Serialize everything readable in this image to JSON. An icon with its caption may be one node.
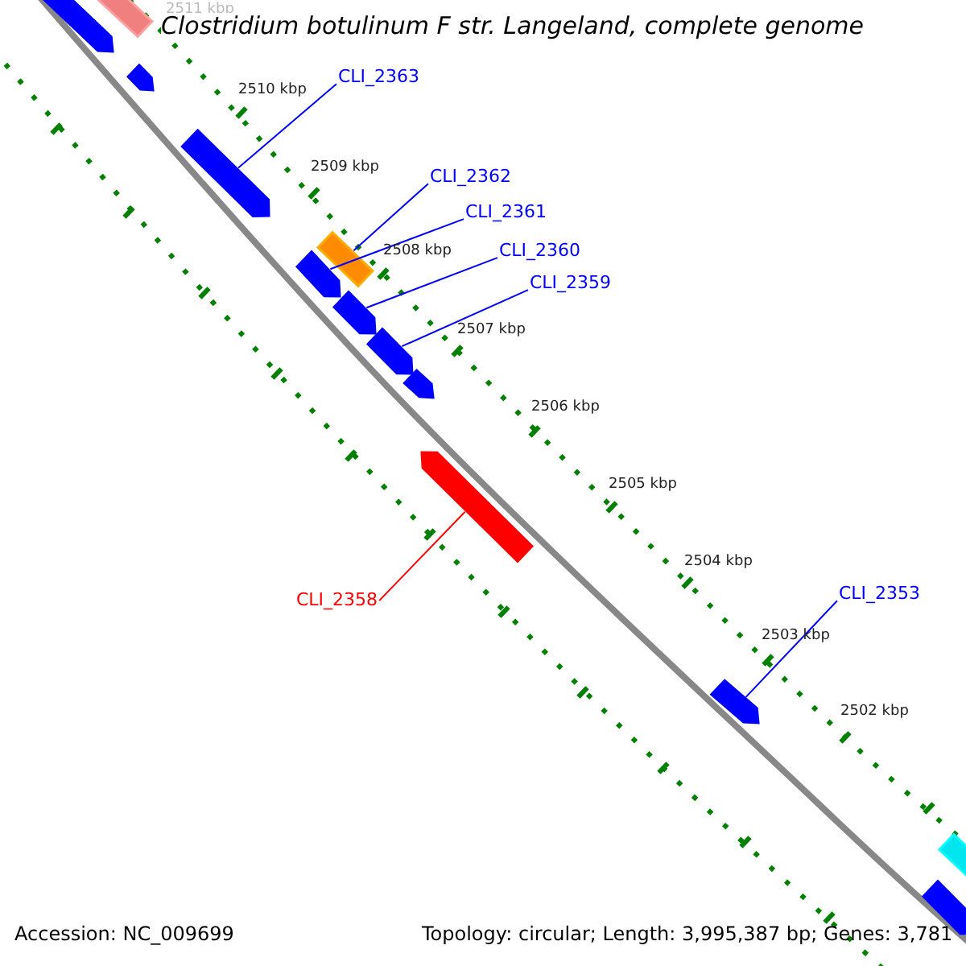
{
  "diagram": {
    "title": "Clostridium botulinum F str. Langeland, complete genome",
    "nodes": [
      {
        "text": [
          "CLI_2363"
        ]
      },
      {
        "text": [
          "CLI_2362"
        ]
      },
      {
        "text": [
          "CLI_2361"
        ]
      },
      {
        "text": [
          "CLI_2360"
        ]
      },
      {
        "text": [
          "CLI_2359"
        ]
      },
      {
        "text": [
          "CLI_2358"
        ]
      },
      {
        "text": [
          "CLI_2353"
        ]
      },
      {
        "text": [],
        "shape": "bar"
      },
      {
        "text": [],
        "shape": "pentagon"
      },
      {
        "text": [],
        "shape": "pentagon"
      },
      {
        "text": [],
        "shape": "pentagon"
      },
      {
        "text": [],
        "shape": "bar"
      },
      {
        "text": [],
        "shape": "pentagon"
      },
      {
        "text": [],
        "shape": "pentagon"
      },
      {
        "text": [],
        "shape": "pentagon"
      },
      {
        "text": [],
        "shape": "pentagon"
      },
      {
        "text": [],
        "shape": "pentagon"
      },
      {
        "text": [],
        "shape": "pentagon"
      },
      {
        "text": [],
        "shape": "bar"
      },
      {
        "text": [],
        "shape": "pentagon"
      }
    ],
    "edges": [
      {
        "from": 0,
        "to": 10,
        "arrow": "none"
      },
      {
        "from": 1,
        "to": 11,
        "arrow": "none"
      },
      {
        "from": 2,
        "to": 12,
        "arrow": "none"
      },
      {
        "from": 3,
        "to": 13,
        "arrow": "none"
      },
      {
        "from": 4,
        "to": 14,
        "arrow": "none"
      },
      {
        "from": 5,
        "to": 16,
        "arrow": "none",
        "color": "#ff0000"
      },
      {
        "from": 6,
        "to": 17,
        "arrow": "none"
      }
    ],
    "labels": [
      "2511 kbp",
      "2510 kbp",
      "2509 kbp",
      "2508 kbp",
      "2507 kbp",
      "2506 kbp",
      "2505 kbp",
      "2504 kbp",
      "2503 kbp",
      "2502 kbp",
      "Accession: NC_009699",
      "Topology: circular; Length: 3,995,387 bp; Genes: 3,781"
    ]
  }
}
